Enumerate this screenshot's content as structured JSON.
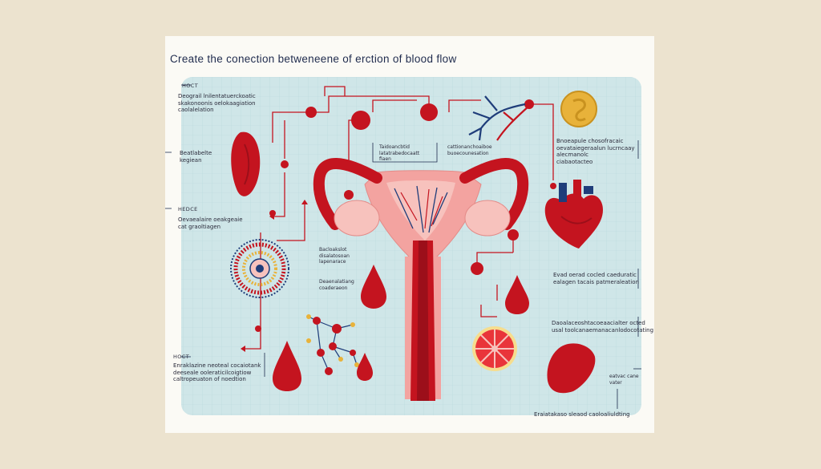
{
  "title": "Create the conection betweneene of erction of blood flow",
  "headers": {
    "top_left": "HOCT",
    "mid_left": "HEDCE",
    "bottom_left": "HOCT"
  },
  "labels": {
    "top_left": "Deograil lnilentatuerckoatic\nskakonoonis oelokaagiation\ncaolalelation",
    "left_small": "Beatlabelte\nkegiean",
    "mid_left": "Oevaealaire oeakgeaie\ncat graoltiagen",
    "center_box": "Taidoancbtid\nlatatrabedocaatt\nfiaen",
    "center_right": "cattionanchoaiboe\nbuoecounesation",
    "mid_center": "Bacloakslot\ndisalatosoan\nlapenarace",
    "mid_center_2": "Deaenalatiang\ncoaderaeon",
    "top_right": "Bnoeapule chosofracaic\noevataiegeraalun lucrncaay\nalecmanolc\nciabaotacteo",
    "right_mid": "Evad oerad cocled caeduratic\nealagen tacais patmeraleation",
    "right_lower": "Daoalaceoshtacoeaacialter octed\nusal toolcanaemanacanlodocotating",
    "right_small": "eatvac cane\nvater",
    "bottom_left": "Enraklazine neoteal cocaiotank\ndeeseale ooleraticilcoigtiow\ncaltropeuaton of noedtion",
    "bottom_right": "Eraiatakaso sleaod caoloaliuldting"
  },
  "colors": {
    "background": "#ece3cf",
    "card": "#fbfaf5",
    "panel": "#cfe6e8",
    "blood_red": "#c4141f",
    "dark_red": "#9c0f1a",
    "pink": "#f3a3a0",
    "navy": "#1f3d7a",
    "gold": "#e8b23a",
    "title": "#1f2b4d"
  },
  "icons": {
    "organ": "kidney-icon",
    "heart": "heart-icon",
    "coin": "coin-icon",
    "virus": "cell-icon",
    "molecule": "molecule-icon",
    "fruit": "grapefruit-icon",
    "drops": "blood-drop-icon",
    "vessel": "vessel-icon",
    "uterus": "uterus-icon"
  }
}
